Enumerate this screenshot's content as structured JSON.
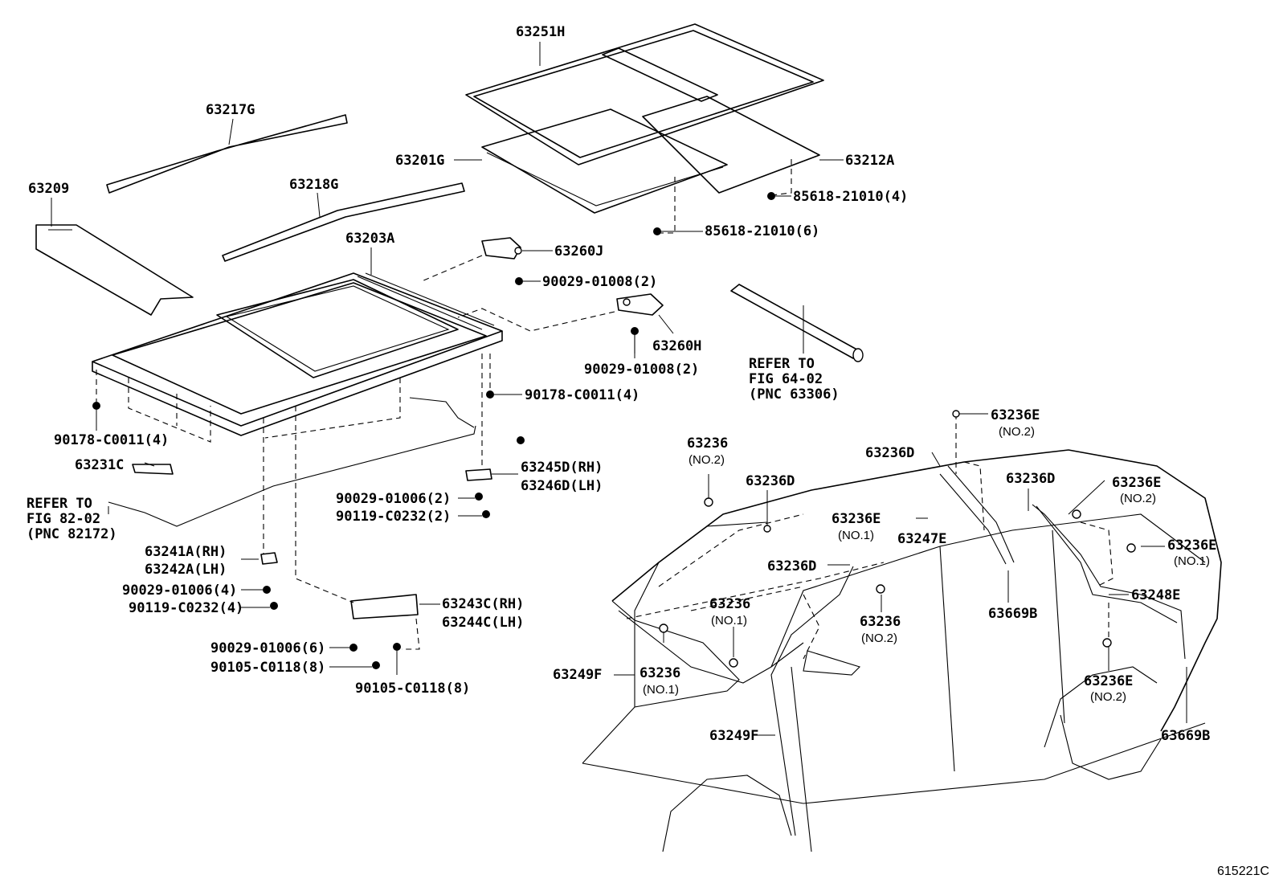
{
  "figure_code": "615221C",
  "callouts": {
    "c_63251H": "63251H",
    "c_63217G": "63217G",
    "c_63209": "63209",
    "c_63218G": "63218G",
    "c_63201G": "63201G",
    "c_63212A": "63212A",
    "c_85618_4": "85618-21010(4)",
    "c_85618_6": "85618-21010(6)",
    "c_63203A": "63203A",
    "c_63260J": "63260J",
    "c_90029_01008_top": "90029-01008(2)",
    "c_63260H": "63260H",
    "c_90029_01008_bot": "90029-01008(2)",
    "c_90178_right": "90178-C0011(4)",
    "c_90178_left": "90178-C0011(4)",
    "c_63231C": "63231C",
    "c_63245D": "63245D(RH)",
    "c_63246D": "63246D(LH)",
    "c_90029_01006_2": "90029-01006(2)",
    "c_90119_2": "90119-C0232(2)",
    "c_63241A": "63241A(RH)",
    "c_63242A": "63242A(LH)",
    "c_90029_01006_4": "90029-01006(4)",
    "c_90119_4": "90119-C0232(4)",
    "c_63243C": "63243C(RH)",
    "c_63244C": "63244C(LH)",
    "c_90029_01006_6": "90029-01006(6)",
    "c_90105_a": "90105-C0118(8)",
    "c_90105_b": "90105-C0118(8)",
    "c_63236E_top": "63236E",
    "c_63236E_top_sub": "(NO.2)",
    "c_63236D_a": "63236D",
    "c_63236_top": "63236",
    "c_63236_top_sub": "(NO.2)",
    "c_63236D_b": "63236D",
    "c_63236D_c": "63236D",
    "c_63236E_mid": "63236E",
    "c_63236E_mid_sub": "(NO.2)",
    "c_63236E_left": "63236E",
    "c_63236E_left_sub": "(NO.1)",
    "c_63247E": "63247E",
    "c_63236E_right": "63236E",
    "c_63236E_right_sub": "(NO.1)",
    "c_63236D_d": "63236D",
    "c_63248E": "63248E",
    "c_63236_mid": "63236",
    "c_63236_mid_sub": "(NO.1)",
    "c_63236_low": "63236",
    "c_63236_low_sub": "(NO.2)",
    "c_63669B_a": "63669B",
    "c_63236_bot": "63236",
    "c_63236_bot_sub": "(NO.1)",
    "c_63249F_a": "63249F",
    "c_63236E_bot": "63236E",
    "c_63236E_bot_sub": "(NO.2)",
    "c_63249F_b": "63249F",
    "c_63669B_b": "63669B"
  },
  "refer_to": {
    "a_line1": "REFER TO",
    "a_line2": "FIG 64-02",
    "a_line3": "(PNC 63306)",
    "b_line1": "REFER TO",
    "b_line2": "FIG 82-02",
    "b_line3": "(PNC 82172)"
  }
}
